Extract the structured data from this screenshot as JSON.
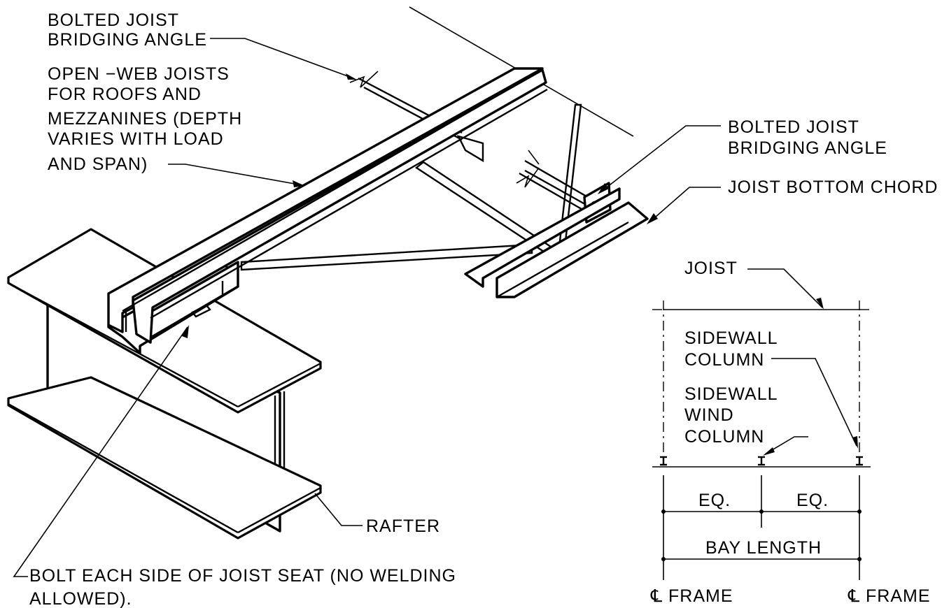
{
  "labels": {
    "bridging_top_1": "BOLTED JOIST",
    "bridging_top_2": "BRIDGING ANGLE",
    "joists_1": "OPEN −WEB JOISTS",
    "joists_2": "FOR ROOFS AND",
    "joists_3": "MEZZANINES (DEPTH",
    "joists_4": "VARIES WITH LOAD",
    "joists_5": "AND SPAN)",
    "bridging_right_1": "BOLTED JOIST",
    "bridging_right_2": "BRIDGING ANGLE",
    "bottom_chord": "JOIST BOTTOM CHORD",
    "rafter": "RAFTER",
    "bolt_note_1": "BOLT EACH SIDE OF JOIST SEAT (NO WELDING",
    "bolt_note_2": "ALLOWED).",
    "plan_joist": "JOIST",
    "sidewall_col_1": "SIDEWALL",
    "sidewall_col_2": "COLUMN",
    "wind_col_1": "SIDEWALL",
    "wind_col_2": "WIND",
    "wind_col_3": "COLUMN",
    "eq_left": "EQ.",
    "eq_right": "EQ.",
    "bay_length": "BAY LENGTH",
    "frame_left": "℄ FRAME",
    "frame_right": "℄ FRAME"
  }
}
